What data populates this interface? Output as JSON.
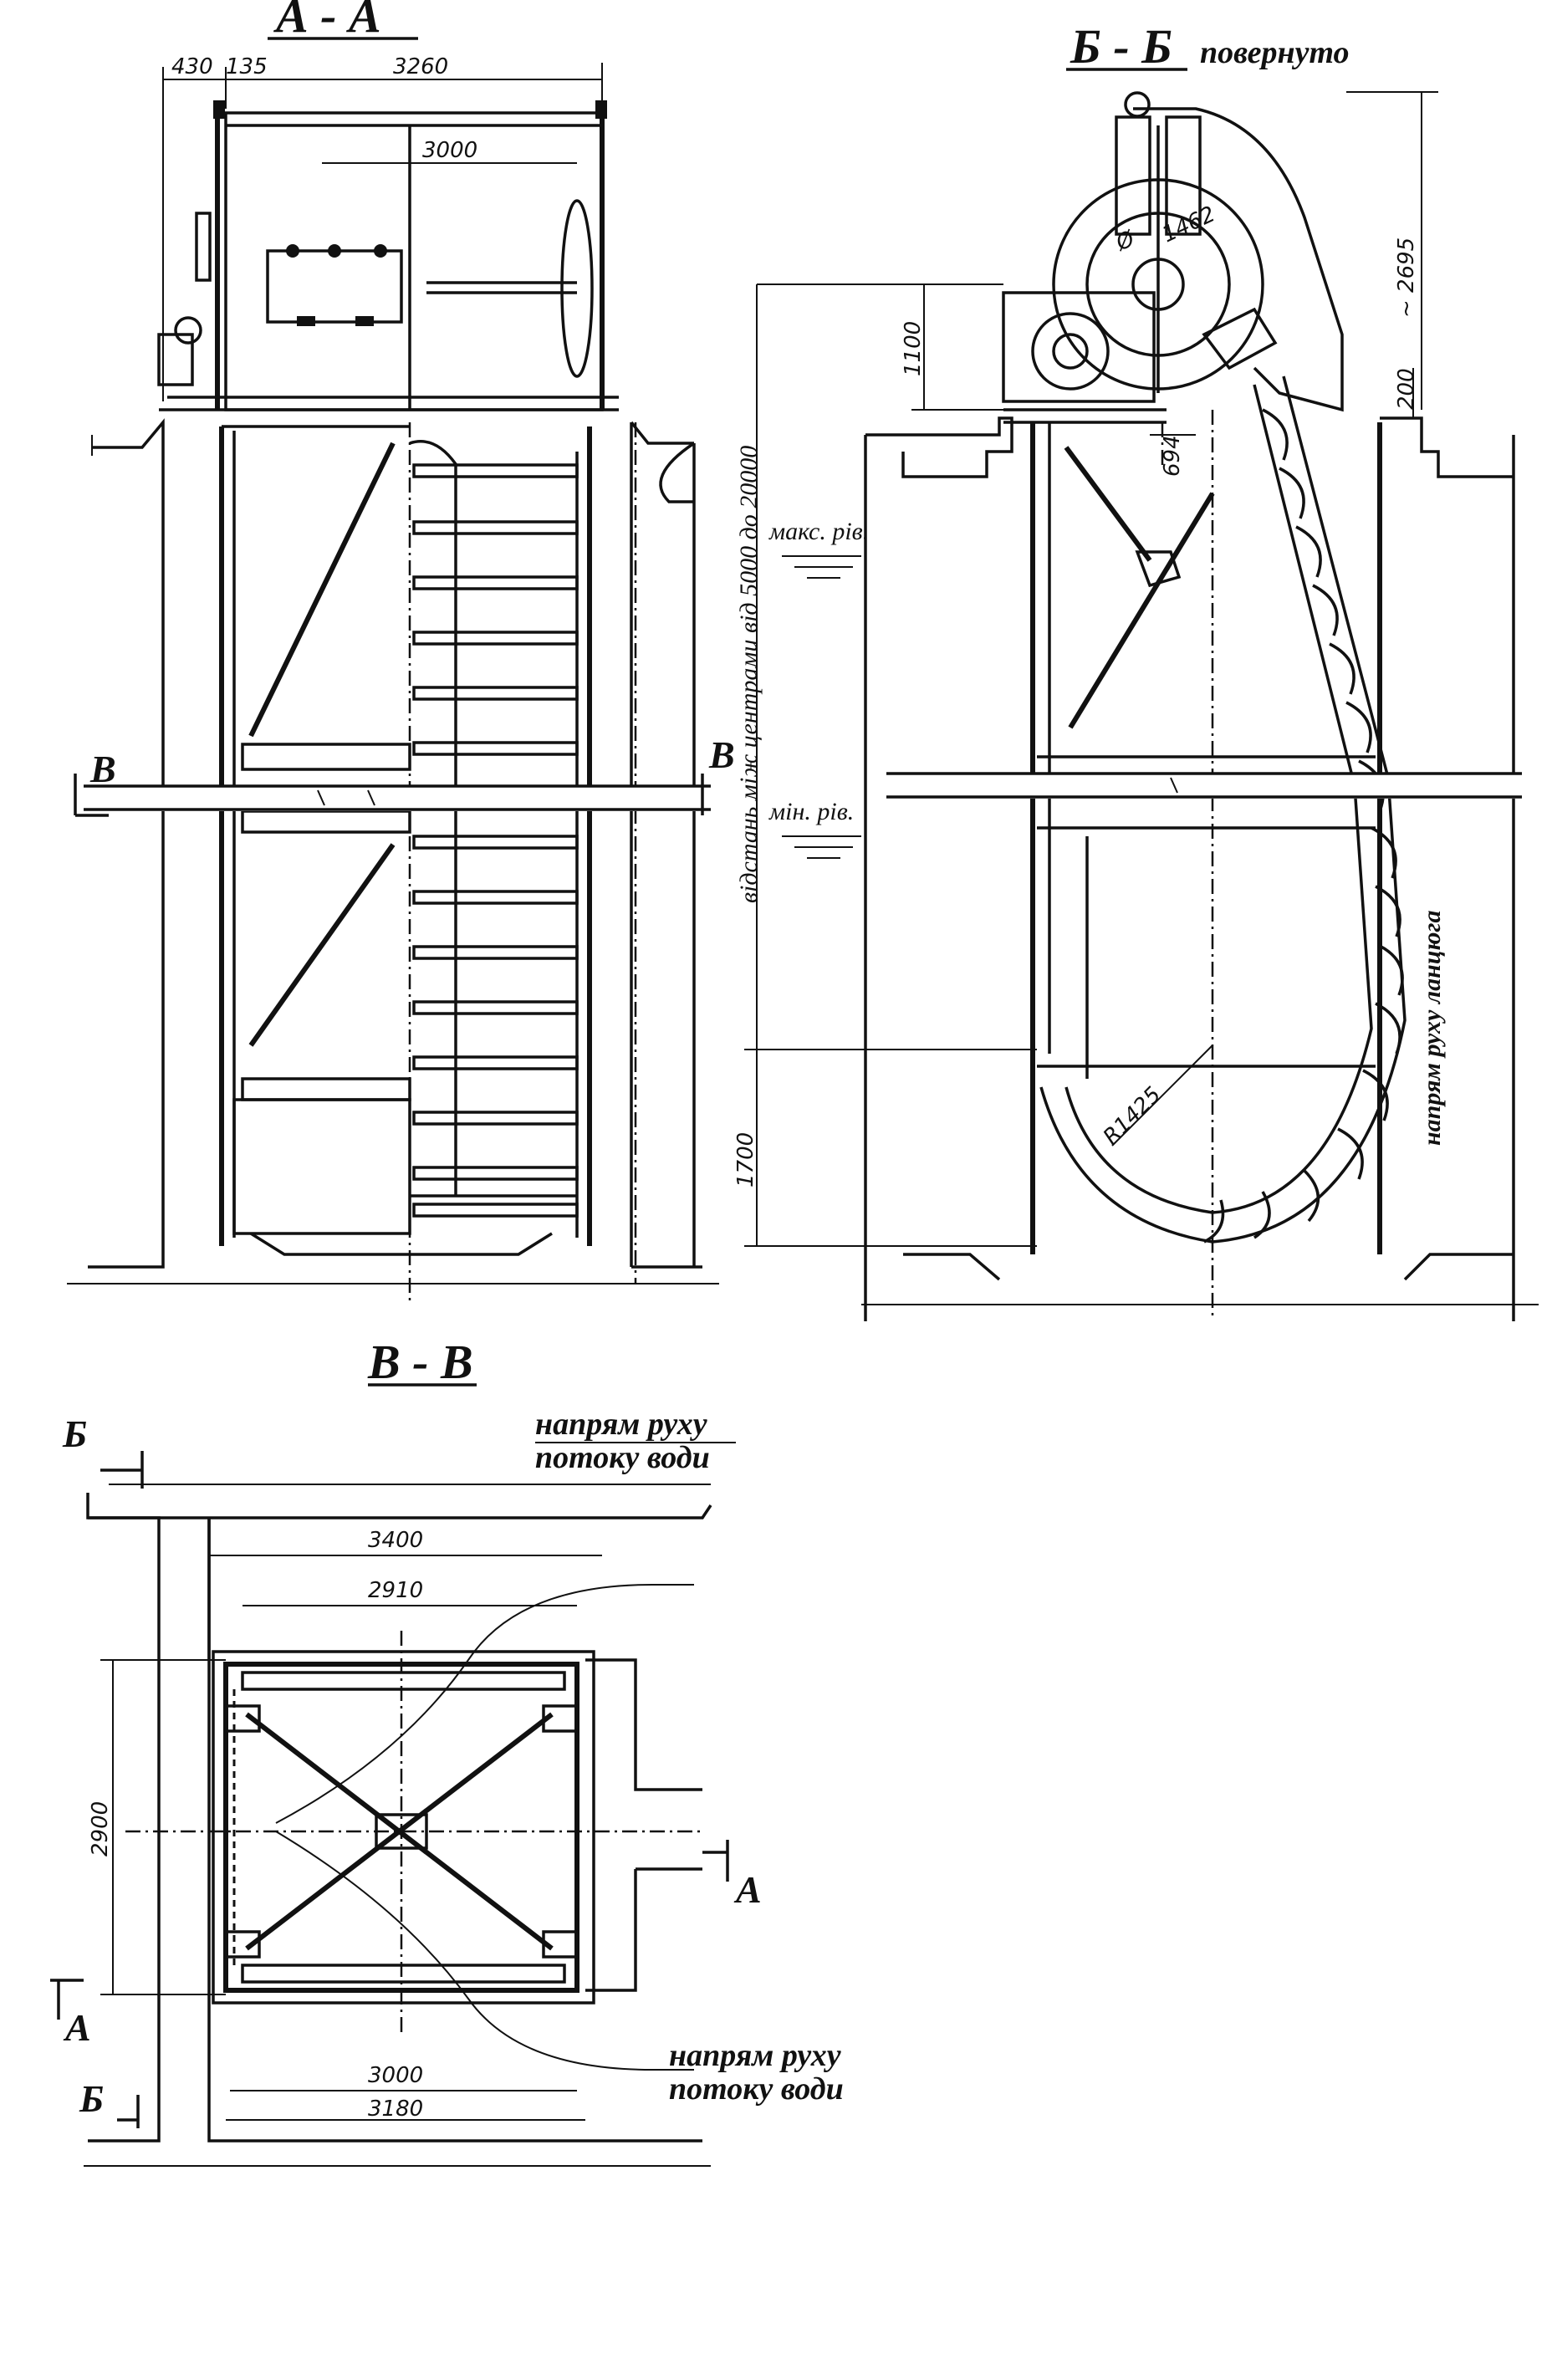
{
  "section_a": {
    "title": "А - А",
    "dims": {
      "d430": "430",
      "d135": "135",
      "d3260": "3260",
      "d3000": "3000"
    },
    "cut_label": "В"
  },
  "section_b": {
    "title": "Б - Б",
    "note": "повернуто",
    "dims": {
      "d1100": "1100",
      "d2695": "~ 2695",
      "d200": "200",
      "d694": "694",
      "d1700": "1700",
      "diam": "Ø",
      "d1462": "1462",
      "r1425": "R1425"
    },
    "levels": {
      "max": "макс. рів.",
      "min": "мін. рів."
    },
    "distance_note": "відстань між центрами від 5000 до 20000",
    "chain_note": "напрям руху ланцюга"
  },
  "section_v": {
    "title": "В - В",
    "dims": {
      "d3400": "3400",
      "d2910": "2910",
      "d2900": "2900",
      "d3000": "3000",
      "d3180": "3180"
    },
    "flow_top_1": "напрям руху",
    "flow_top_2": "потоку води",
    "flow_bottom_1": "напрям руху",
    "flow_bottom_2": "потоку води",
    "cut_b": "Б",
    "cut_a": "А"
  }
}
